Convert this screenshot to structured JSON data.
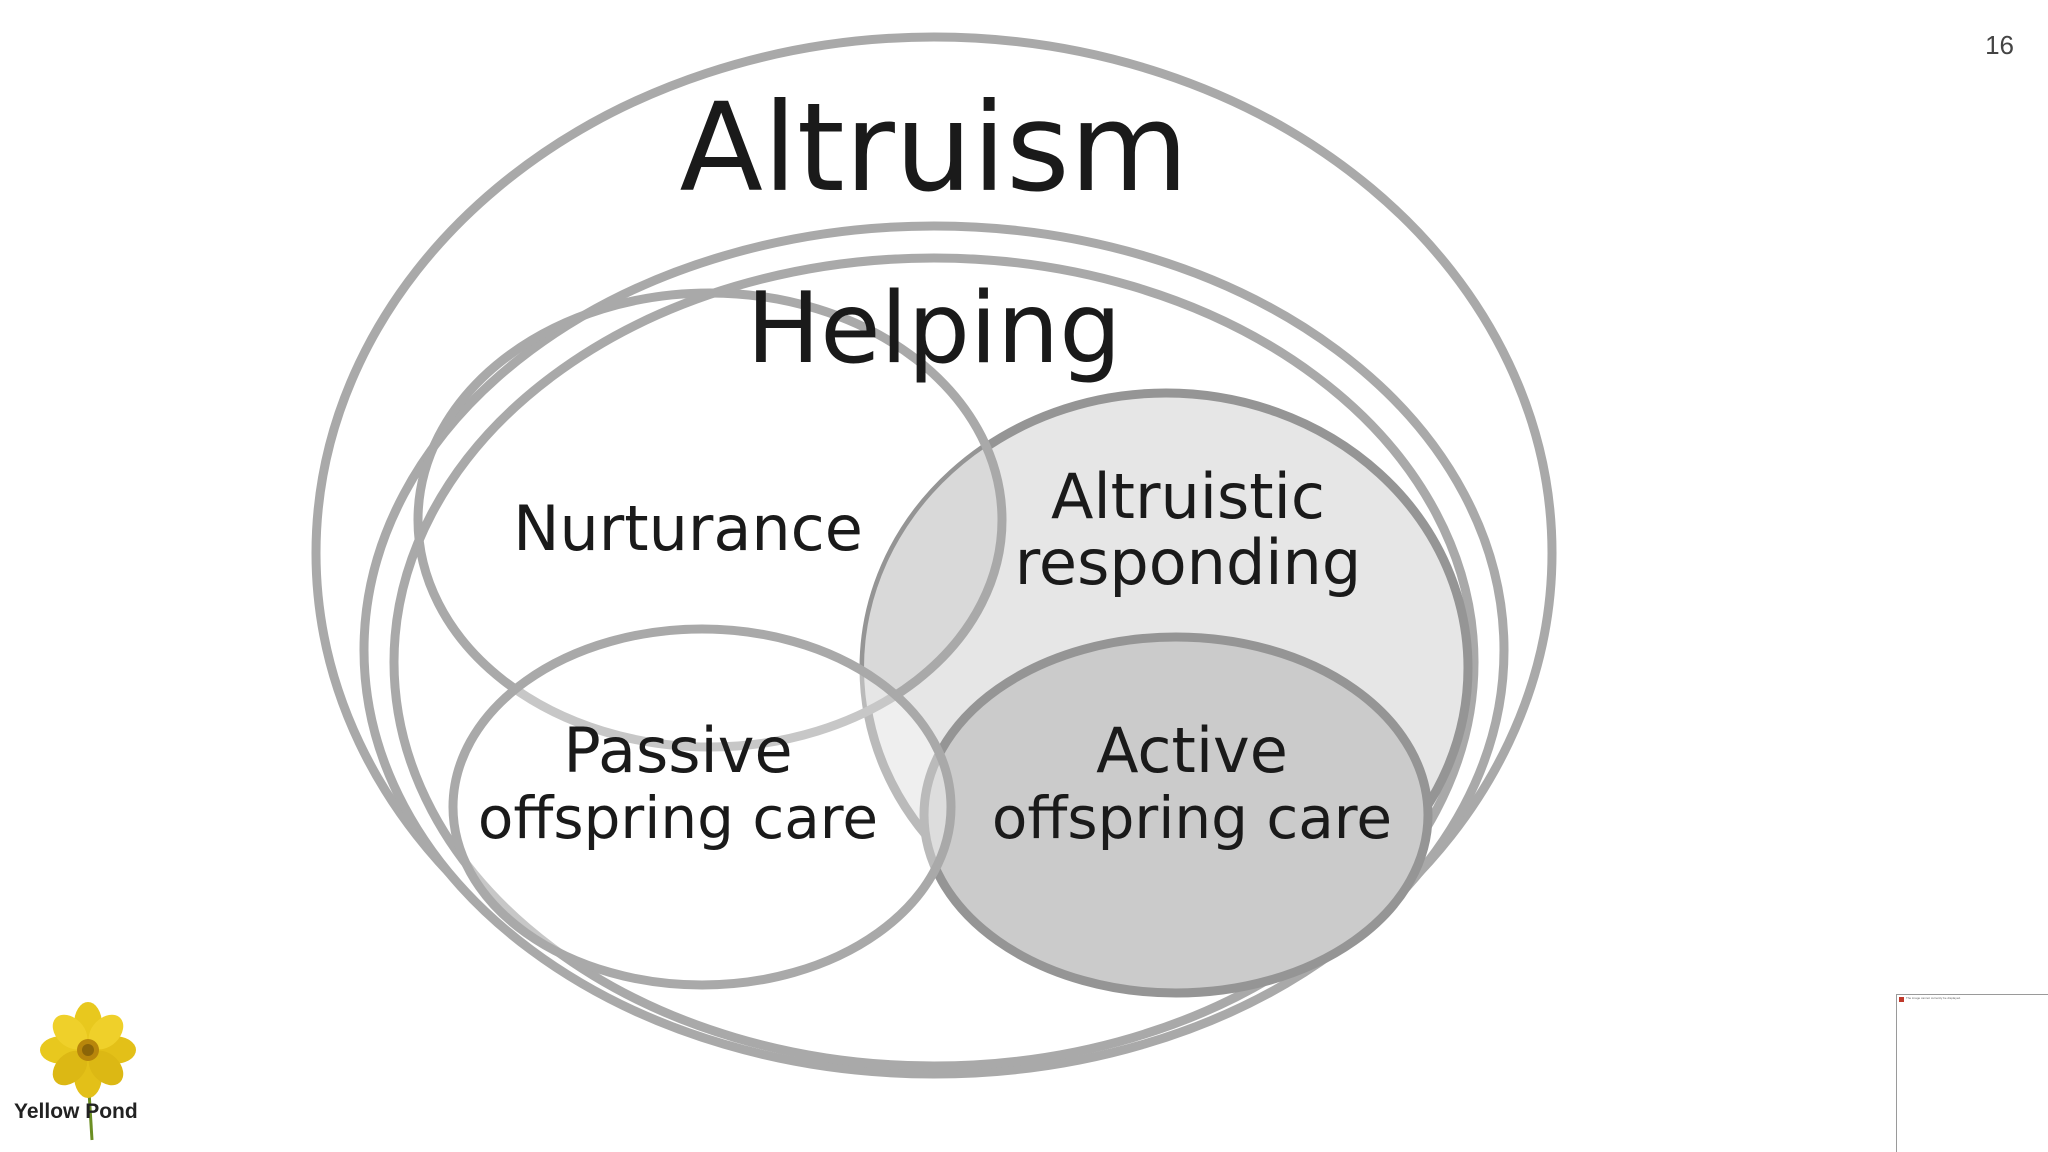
{
  "slide": {
    "page_number": "16"
  },
  "diagram": {
    "outer_label": "Altruism",
    "middle_label": "Helping",
    "nurturance_label": "Nurturance",
    "altruistic_line1": "Altruistic",
    "altruistic_line2": "responding",
    "passive_line1": "Passive",
    "passive_line2": "offspring care",
    "active_line1": "Active",
    "active_line2": "offspring care"
  },
  "logo": {
    "text": "Yellow Pond",
    "icon": "yellow-flower-icon",
    "flower_color": "#e8c81e"
  },
  "thumbnail": {
    "icon": "broken-image-icon",
    "text": "The image cannot currently be displayed."
  },
  "colors": {
    "ring": "#a9a9a9",
    "ring_dark": "#8c8c8c",
    "altruistic_fill": "#e6e6e6",
    "active_fill": "#cccccc",
    "overlap_fill": "#d6d6d6",
    "text": "#1a1a1a"
  }
}
